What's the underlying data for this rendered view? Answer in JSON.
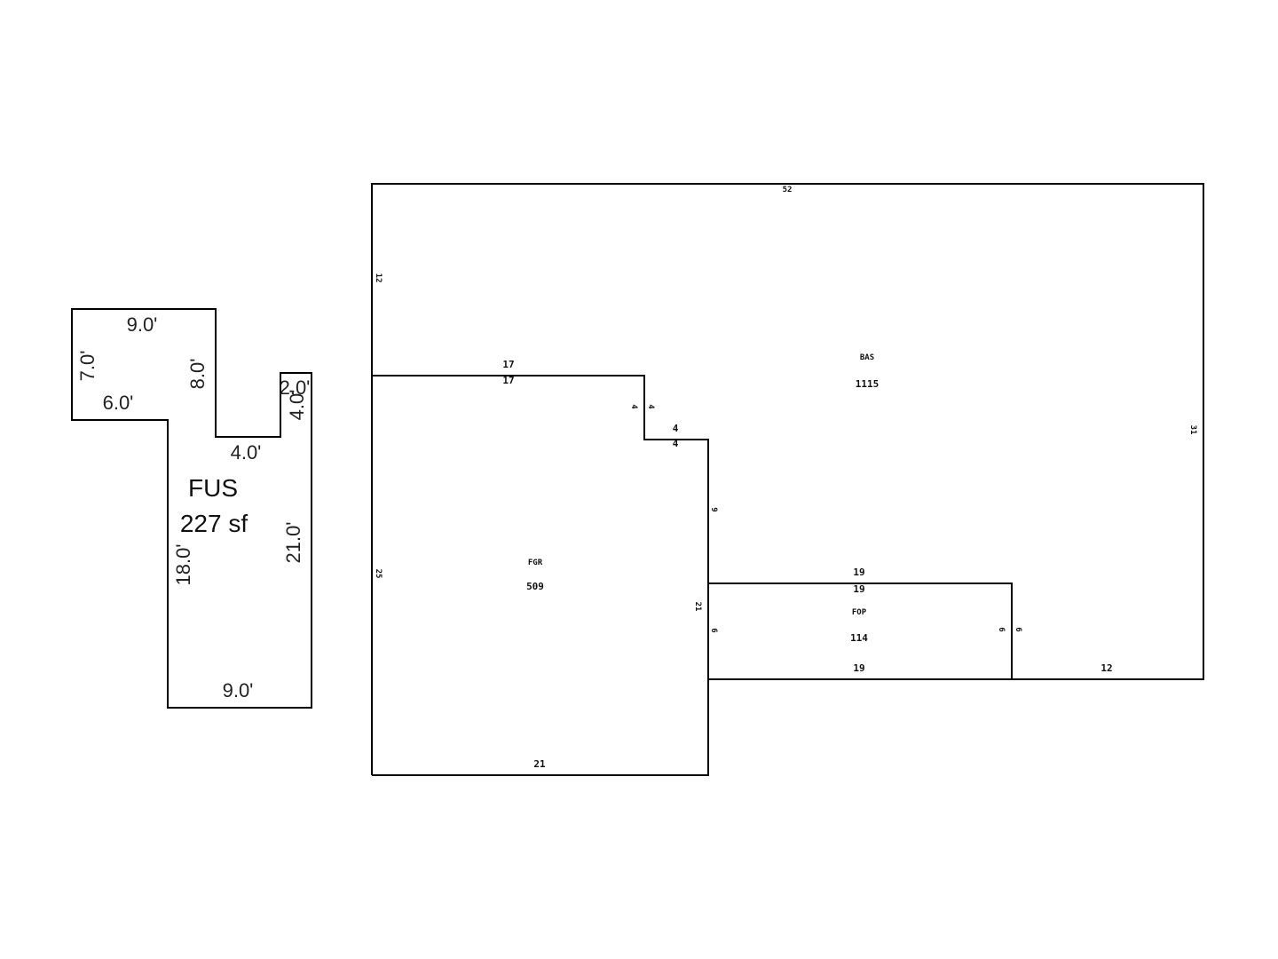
{
  "fus_sketch": {
    "area_code": "FUS",
    "area_size": "227 sf",
    "dims": {
      "top": "9.0'",
      "left": "7.0'",
      "left_step": "6.0'",
      "inner_vertical": "8.0'",
      "notch_bottom": "4.0'",
      "notch_top": "2.0'",
      "notch_side": "4.0'",
      "right": "21.0'",
      "left_lower": "18.0'",
      "bottom": "9.0'"
    }
  },
  "main_sketch": {
    "bas": {
      "code": "BAS",
      "area": "1115"
    },
    "fgr": {
      "code": "FGR",
      "area": "509"
    },
    "fop": {
      "code": "FOP",
      "area": "114"
    },
    "dims": {
      "top": "52",
      "left_upper": "12",
      "left_lower": "25",
      "right": "31",
      "fgr_top_outer": "17",
      "fgr_top_inner": "17",
      "step_v_left": "4",
      "step_v_right": "4",
      "step_h_top": "4",
      "step_h_bottom": "4",
      "fgr_right_upper": "9",
      "fgr_right": "21",
      "fgr_right_lower": "6",
      "fgr_bottom": "21",
      "fop_top_outer": "19",
      "fop_top_inner": "19",
      "fop_bottom": "19",
      "fop_right_inner": "6",
      "fop_right_outer": "6",
      "bas_bottom_right": "12"
    }
  }
}
